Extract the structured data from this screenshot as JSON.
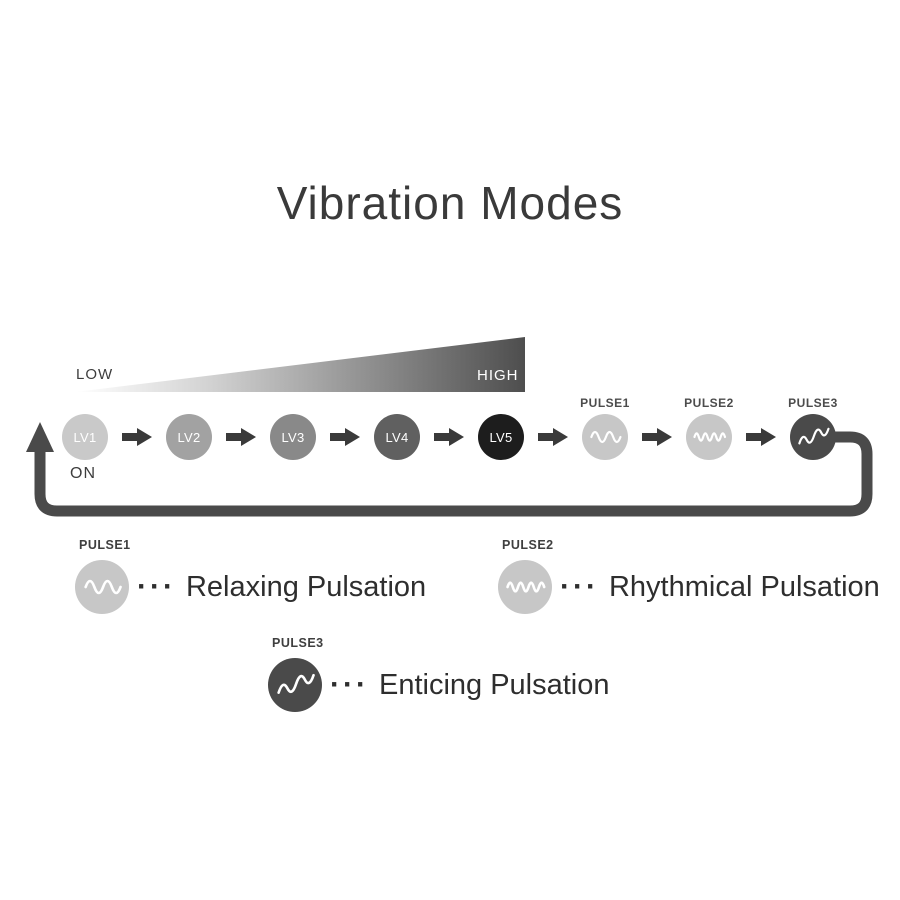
{
  "title": "Vibration Modes",
  "intensity_scale": {
    "low_label": "LOW",
    "high_label": "HIGH"
  },
  "power_label": "ON",
  "sequence": {
    "levels": [
      {
        "label": "LV1"
      },
      {
        "label": "LV2"
      },
      {
        "label": "LV3"
      },
      {
        "label": "LV4"
      },
      {
        "label": "LV5"
      }
    ],
    "pulses": [
      {
        "label": "PULSE1",
        "wave": "gentle-sine-wave"
      },
      {
        "label": "PULSE2",
        "wave": "tight-sine-wave"
      },
      {
        "label": "PULSE3",
        "wave": "rising-wave"
      }
    ]
  },
  "legend": {
    "items": [
      {
        "label": "PULSE1",
        "dots": "···",
        "text": "Relaxing Pulsation",
        "wave": "gentle-sine-wave"
      },
      {
        "label": "PULSE2",
        "dots": "···",
        "text": "Rhythmical Pulsation",
        "wave": "tight-sine-wave"
      },
      {
        "label": "PULSE3",
        "dots": "···",
        "text": "Enticing Pulsation",
        "wave": "rising-wave"
      }
    ]
  },
  "colors": {
    "lv1": "#c9c9c9",
    "lv2": "#a2a2a2",
    "lv3": "#898989",
    "lv4": "#606060",
    "lv5": "#1d1d1d",
    "pulse_light": "#c7c7c7",
    "pulse_dark": "#4a4a4a",
    "arrow": "#3a3a3a",
    "loop": "#4a4a4a",
    "text": "#2e2e2e"
  }
}
